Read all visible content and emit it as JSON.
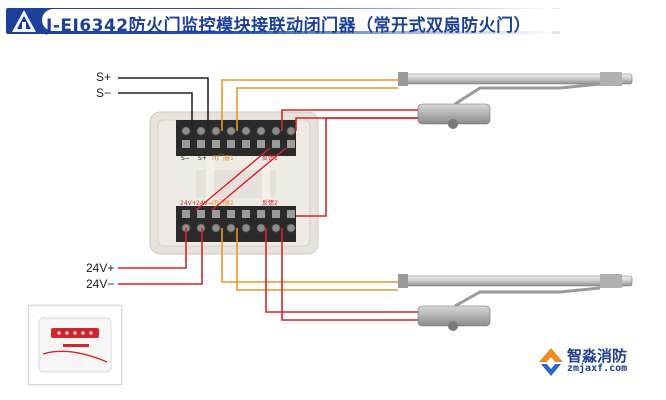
{
  "title": "J-EI6342防火门监控模块接联动闭门器（常开式双扇防火门）",
  "colors": {
    "title_blue": "#1c3f97",
    "wire_black": "#222222",
    "wire_red": "#d6242a",
    "wire_orange": "#e9972b",
    "module_body": "#ece8e1",
    "terminal_body": "#2a2a2a"
  },
  "labels": {
    "s_plus": "S+",
    "s_minus": "S−",
    "v24_plus": "24V+",
    "v24_minus": "24V−"
  },
  "terminals": {
    "top": [
      "S−",
      "S+",
      "闭门器1",
      "反馈1"
    ],
    "bottom": [
      "24V+",
      "24V−",
      "闭门器2",
      "反馈2"
    ]
  },
  "brand": {
    "name": "智淼消防",
    "url": "zmjaxf.com"
  },
  "icons": {
    "logo": "company-logo-icon",
    "brand": "brand-logo-icon",
    "closer": "door-closer-icon",
    "module": "monitor-module-icon"
  }
}
